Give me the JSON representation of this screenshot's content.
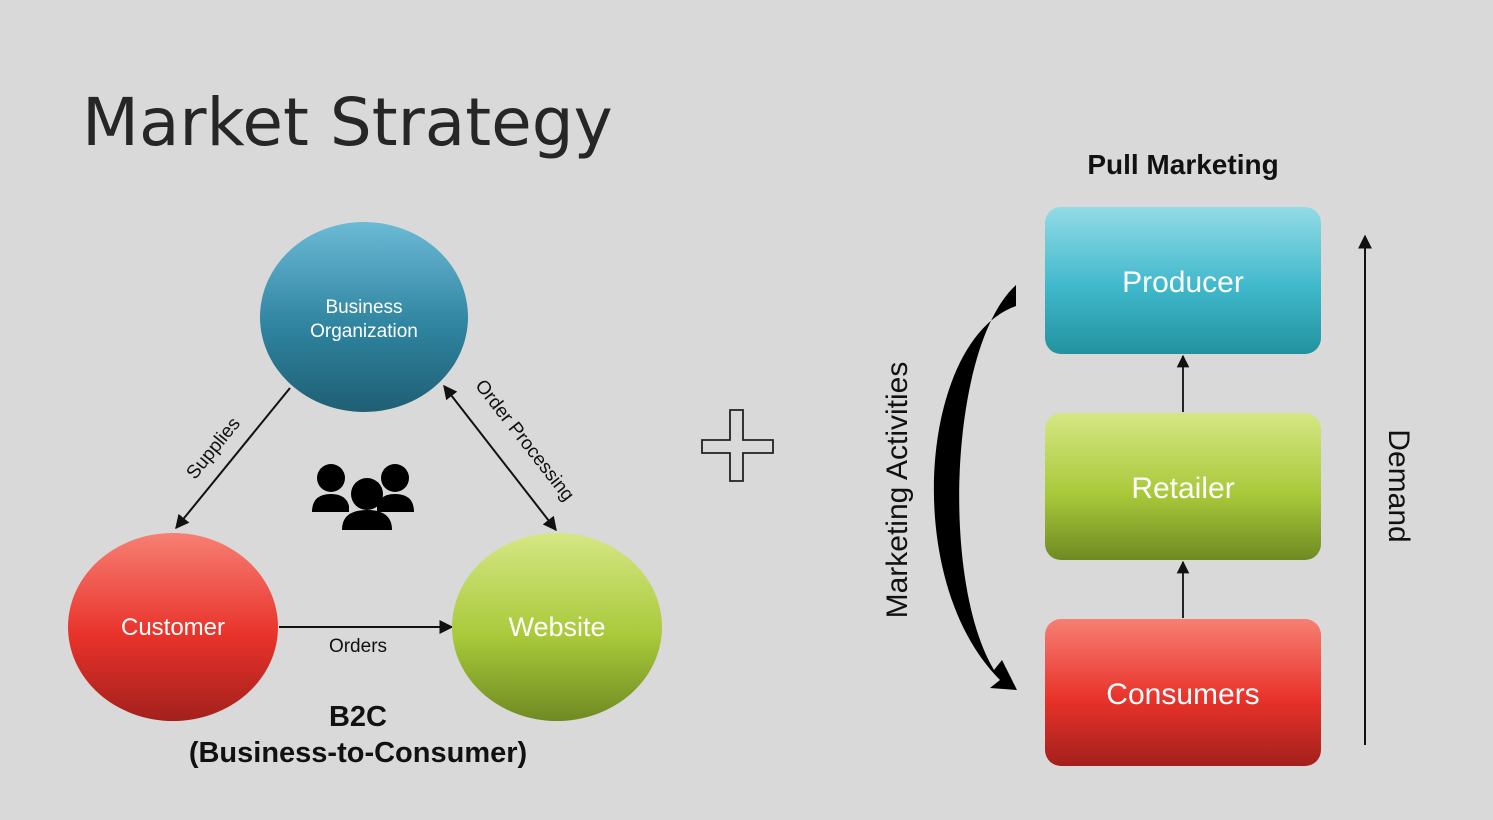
{
  "title": "Market Strategy",
  "colors": {
    "background": "#d9d9d9",
    "blue": "#2a7f98",
    "red": "#e8322a",
    "green": "#9ec130",
    "cyan": "#3cb6c9",
    "text_dark": "#111111"
  },
  "b2c": {
    "nodes": {
      "business": {
        "line1": "Business",
        "line2": "Organization"
      },
      "customer": {
        "label": "Customer"
      },
      "website": {
        "label": "Website"
      }
    },
    "edges": {
      "supplies": "Supplies",
      "order_processing": "Order Processing",
      "orders": "Orders"
    },
    "center_icon": "people-group-icon",
    "caption_line1": "B2C",
    "caption_line2": "(Business-to-Consumer)"
  },
  "plus_icon": "plus-icon",
  "pull": {
    "title": "Pull Marketing",
    "boxes": {
      "producer": "Producer",
      "retailer": "Retailer",
      "consumers": "Consumers"
    },
    "side_label": "Marketing Activities",
    "demand_label": "Demand"
  }
}
